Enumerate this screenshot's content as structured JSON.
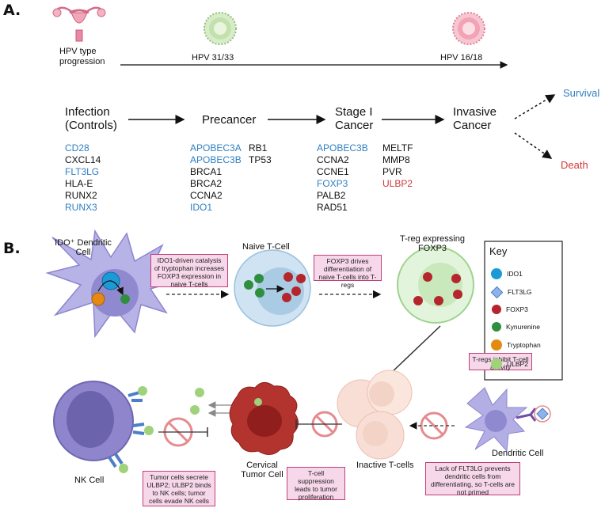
{
  "panelA": {
    "label": "A.",
    "hpv_progression": "HPV type\nprogression",
    "hpv_low": "HPV 31/33",
    "hpv_high": "HPV 16/18",
    "stages": {
      "infection": "Infection\n(Controls)",
      "precancer": "Precancer",
      "stage1": "Stage I\nCancer",
      "invasive": "Invasive\nCancer"
    },
    "outcomes": {
      "survival": "Survival",
      "death": "Death"
    },
    "infection_genes": [
      {
        "name": "CD28",
        "color": "blue"
      },
      {
        "name": "CXCL14",
        "color": "black"
      },
      {
        "name": "FLT3LG",
        "color": "blue"
      },
      {
        "name": "HLA-E",
        "color": "black"
      },
      {
        "name": "RUNX2",
        "color": "black"
      },
      {
        "name": "RUNX3",
        "color": "blue"
      }
    ],
    "precancer_genes_col1": [
      {
        "name": "APOBEC3A",
        "color": "blue"
      },
      {
        "name": "APOBEC3B",
        "color": "blue"
      },
      {
        "name": "BRCA1",
        "color": "black"
      },
      {
        "name": "BRCA2",
        "color": "black"
      },
      {
        "name": "CCNA2",
        "color": "black"
      },
      {
        "name": "IDO1",
        "color": "blue"
      }
    ],
    "precancer_genes_col2": [
      {
        "name": "RB1",
        "color": "black"
      },
      {
        "name": "TP53",
        "color": "black"
      }
    ],
    "stage1_genes_col1": [
      {
        "name": "APOBEC3B",
        "color": "blue"
      },
      {
        "name": "CCNA2",
        "color": "black"
      },
      {
        "name": "CCNE1",
        "color": "black"
      },
      {
        "name": "FOXP3",
        "color": "blue"
      },
      {
        "name": "PALB2",
        "color": "black"
      },
      {
        "name": "RAD51",
        "color": "black"
      }
    ],
    "stage1_genes_col2": [
      {
        "name": "MELTF",
        "color": "black"
      },
      {
        "name": "MMP8",
        "color": "black"
      },
      {
        "name": "PVR",
        "color": "black"
      },
      {
        "name": "ULBP2",
        "color": "red"
      }
    ]
  },
  "panelB": {
    "label": "B.",
    "ido_dc": "IDO⁺ Dendritic\nCell",
    "naive_tcell": "Naive T-Cell",
    "treg": "T-reg expressing\nFOXP3",
    "nk_cell": "NK Cell",
    "tumor_cell": "Cervical\nTumor Cell",
    "inactive_tcells": "Inactive T-cells",
    "dendritic_cell": "Dendritic Cell",
    "box_ido": "IDO1-driven catalysis of tryptophan increases FOXP3 expression in naive T-cells",
    "box_foxp3": "FOXP3 drives differentiation of naive T-cells into T-regs",
    "box_treg": "T-regs inhibit T-cell activity",
    "box_ulbp2": "Tumor cells secrete ULBP2; ULBP2 binds to NK cells; tumor cells evade NK cells",
    "box_suppression": "T-cell suppression leads to tumor proliferation",
    "box_flt3lg": "Lack of FLT3LG prevents dendritic cells from differentiating, so T-cells are not primed",
    "key": {
      "title": "Key",
      "items": [
        {
          "label": "IDO1",
          "icon": "ido1-icon",
          "color": "#1c9ad6"
        },
        {
          "label": "FLT3LG",
          "icon": "flt3lg-icon",
          "color": "#5b8fd6"
        },
        {
          "label": "FOXP3",
          "icon": "foxp3-icon",
          "color": "#b5262c"
        },
        {
          "label": "Kynurenine",
          "icon": "kynurenine-icon",
          "color": "#2f8f3e"
        },
        {
          "label": "Tryptophan",
          "icon": "tryptophan-icon",
          "color": "#e48a12"
        },
        {
          "label": "ULBP2",
          "icon": "ulbp2-icon",
          "color": "#9fd27a"
        }
      ]
    }
  }
}
